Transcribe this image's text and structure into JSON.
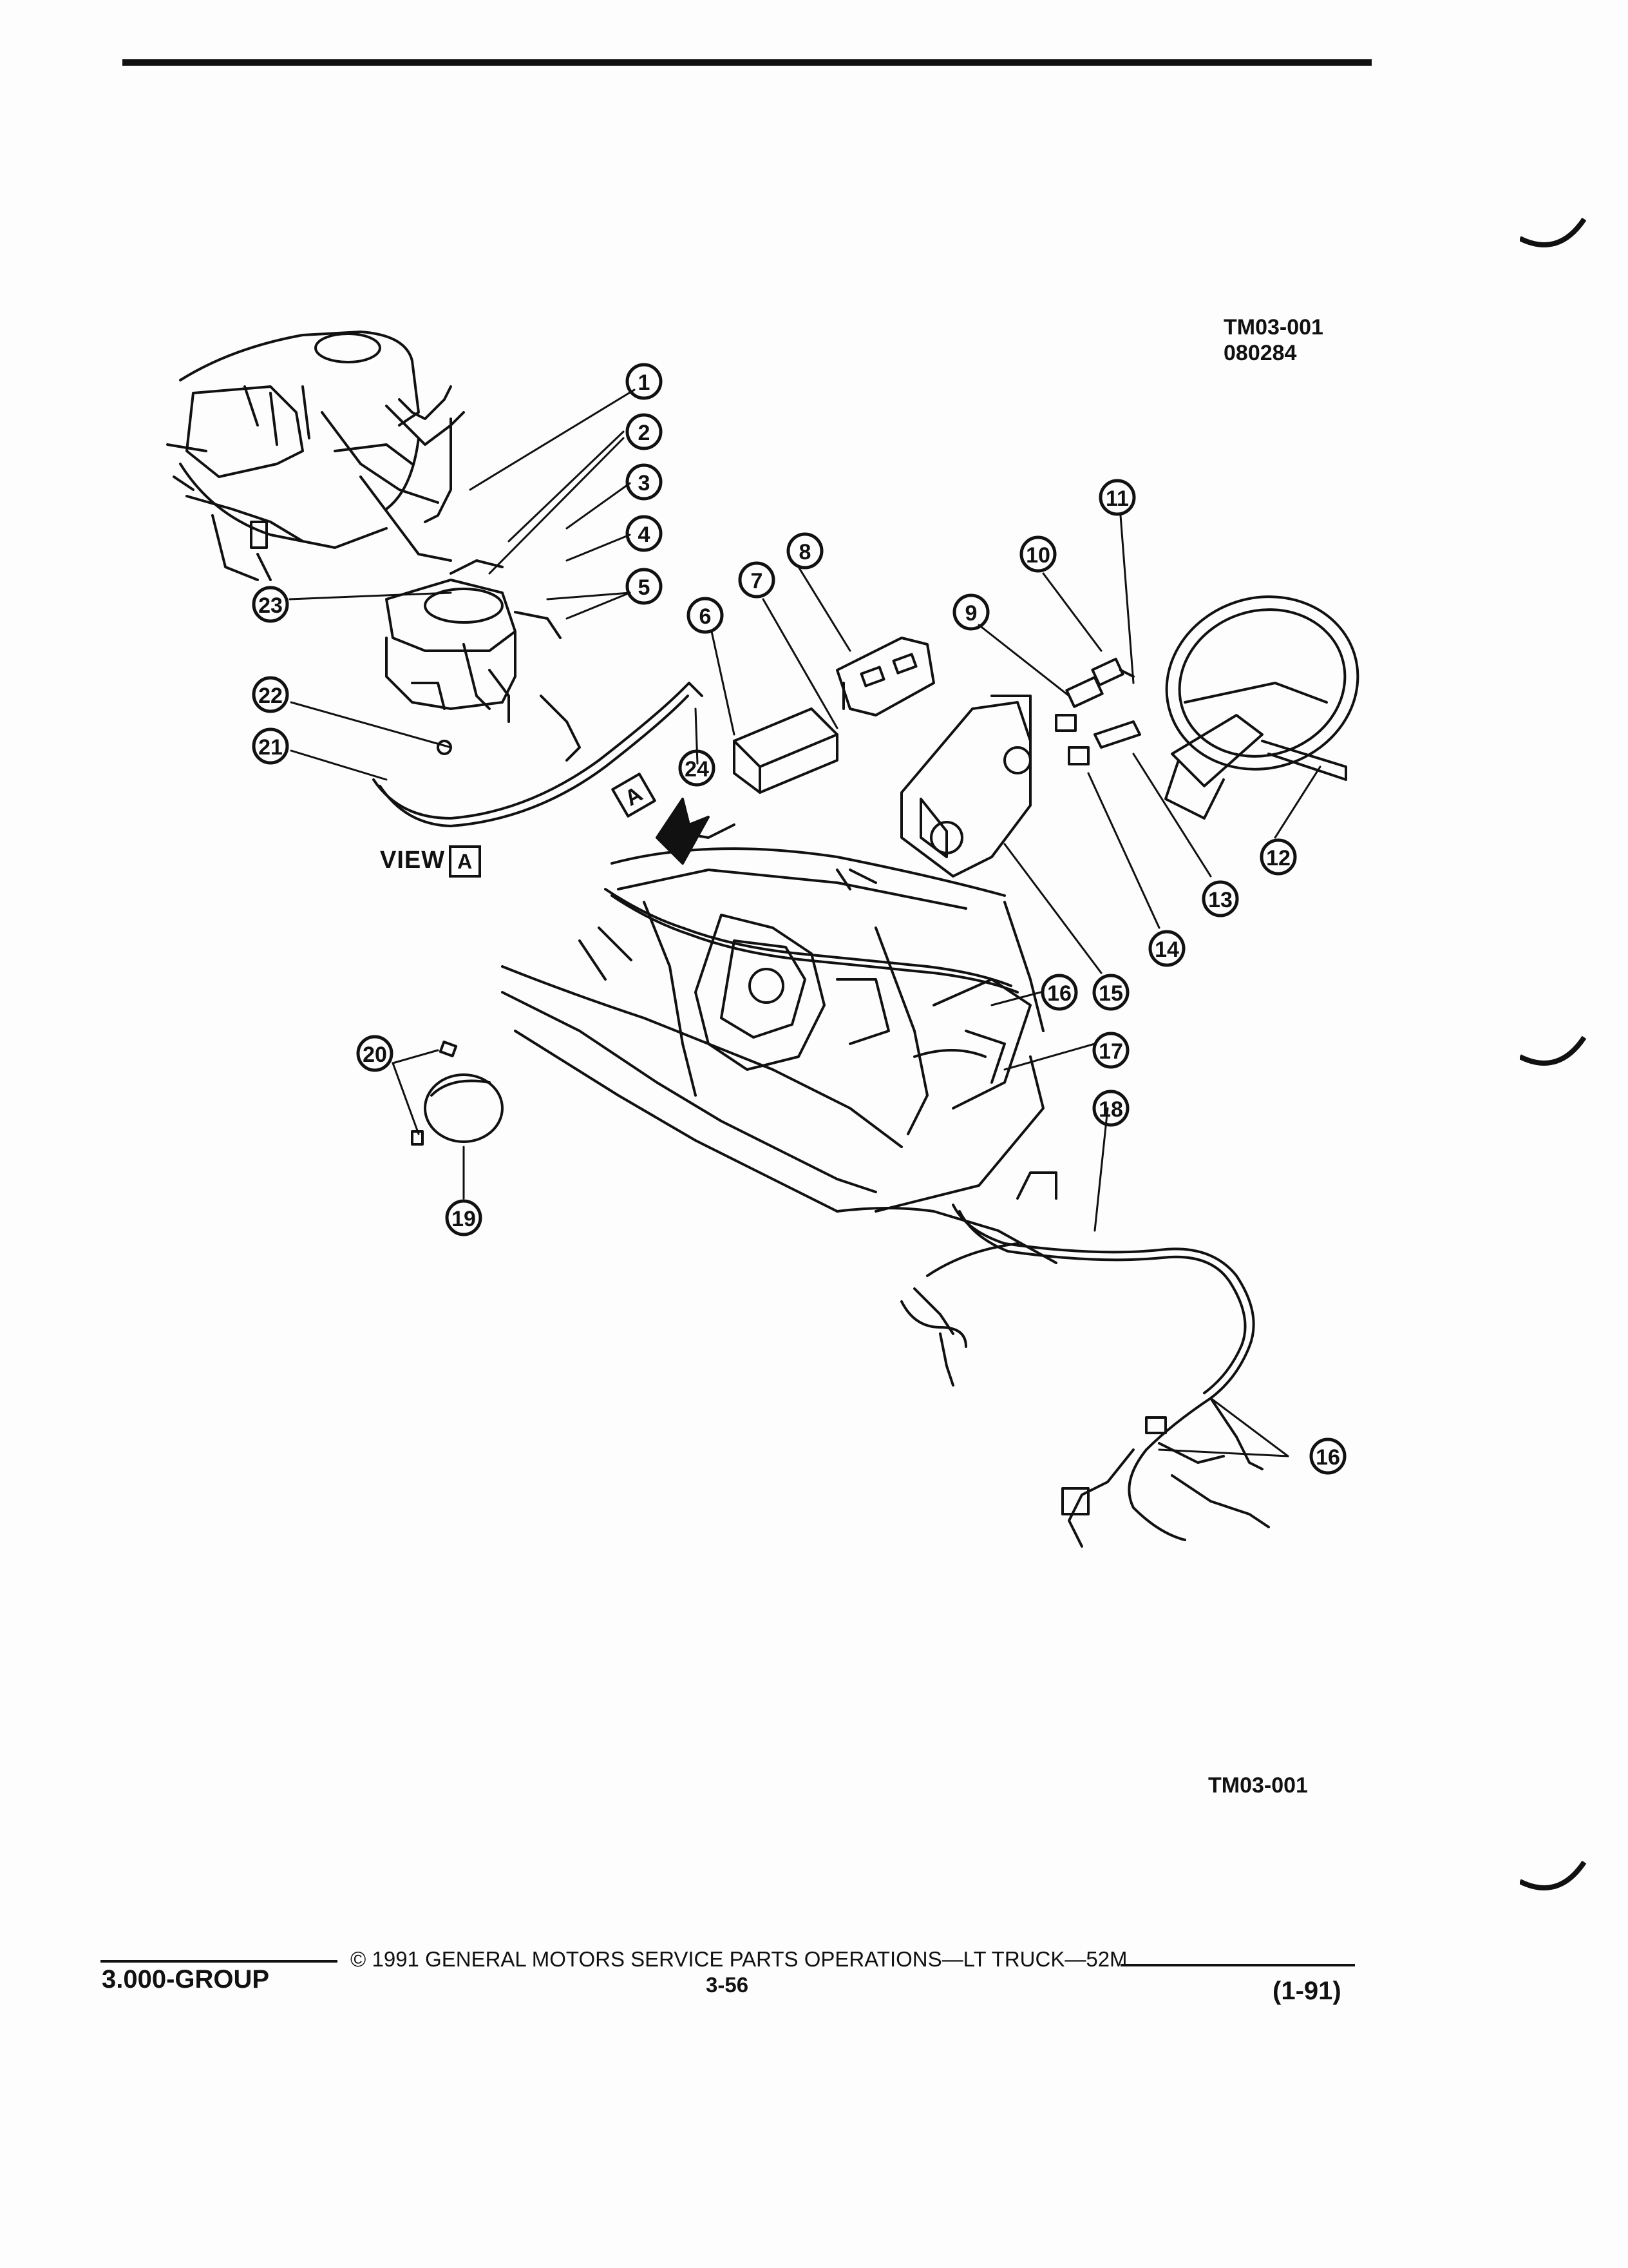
{
  "header": {
    "figure_id": "TM03-001",
    "figure_code": "080284"
  },
  "view_label": {
    "text": "VIEW",
    "box_letter": "A"
  },
  "view_arrow_letter": "A",
  "callouts": [
    "1",
    "2",
    "3",
    "4",
    "5",
    "6",
    "7",
    "8",
    "9",
    "10",
    "11",
    "12",
    "13",
    "14",
    "15",
    "16",
    "17",
    "18",
    "19",
    "20",
    "21",
    "22",
    "23",
    "24",
    "16"
  ],
  "footer": {
    "figure_id": "TM03-001",
    "group": "3.000-GROUP",
    "copyright": "© 1991  GENERAL MOTORS SERVICE PARTS OPERATIONS—LT TRUCK—52M",
    "page": "3-56",
    "date": "(1-91)"
  },
  "colors": {
    "ink": "#111111",
    "paper": "#fdfdfd"
  }
}
